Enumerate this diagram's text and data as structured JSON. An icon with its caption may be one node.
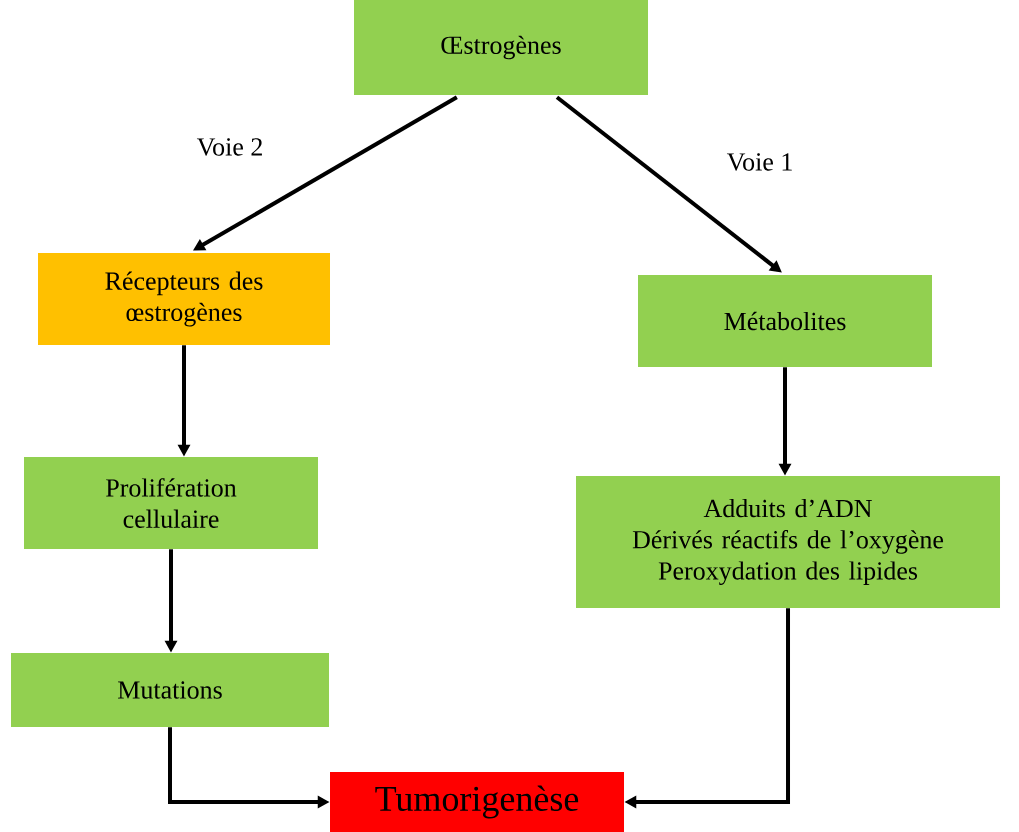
{
  "diagram": {
    "nodes": [
      {
        "text": [
          "Œstrogènes"
        ]
      },
      {
        "text": [
          "Récepteurs des œstrogènes"
        ]
      },
      {
        "text": [
          "Métabolites"
        ]
      },
      {
        "text": [
          "Prolifération cellulaire"
        ]
      },
      {
        "text": [
          "Adduits d’ADN",
          "Dérivés réactifs de l’oxygène",
          "Peroxydation des lipides"
        ]
      },
      {
        "text": [
          "Mutations"
        ]
      },
      {
        "text": [
          "Tumorigenèse"
        ]
      }
    ],
    "edges": [
      {
        "from": 0,
        "to": 1,
        "arrow": "to",
        "label": "Voie 2"
      },
      {
        "from": 0,
        "to": 2,
        "arrow": "to",
        "label": "Voie 1"
      },
      {
        "from": 1,
        "to": 3,
        "arrow": "to"
      },
      {
        "from": 3,
        "to": 5,
        "arrow": "to"
      },
      {
        "from": 5,
        "to": 6,
        "arrow": "to"
      },
      {
        "from": 2,
        "to": 4,
        "arrow": "to"
      },
      {
        "from": 4,
        "to": 6,
        "arrow": "to"
      }
    ]
  }
}
